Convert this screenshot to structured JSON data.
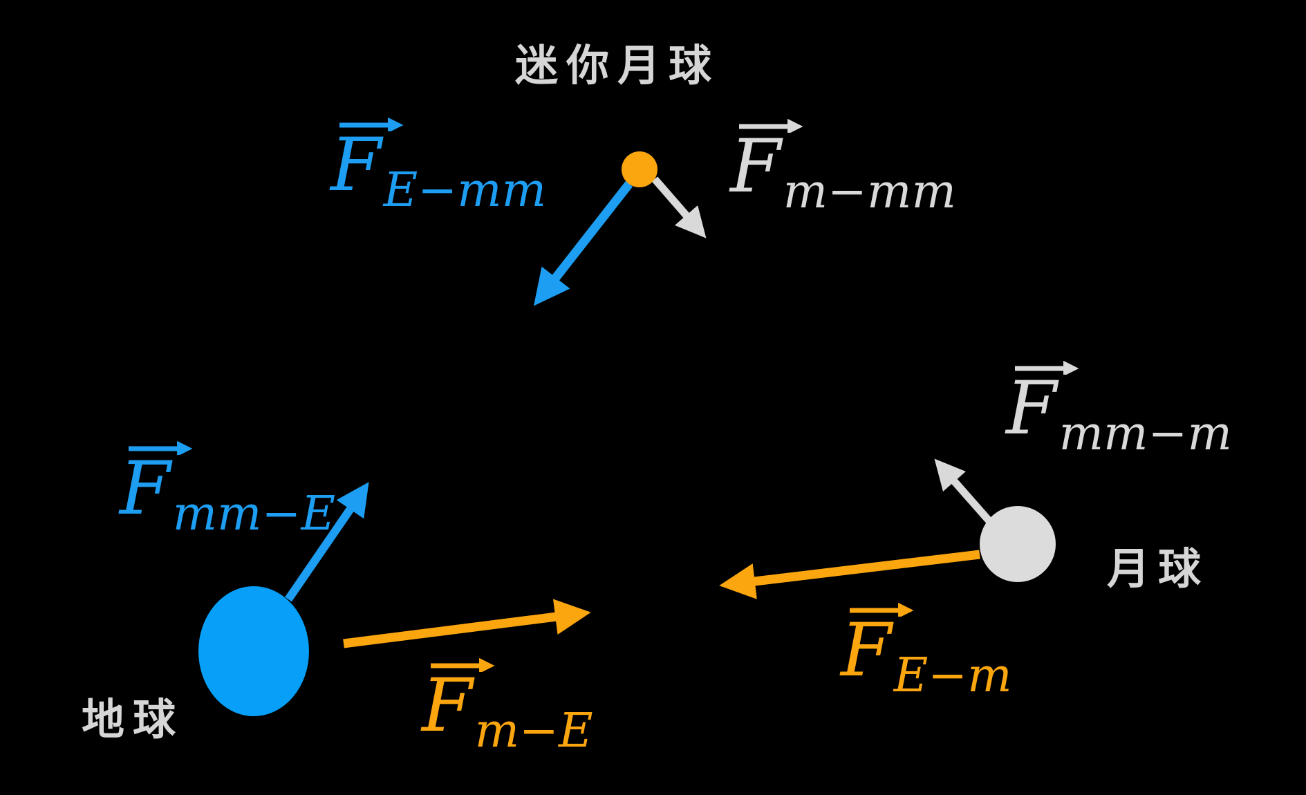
{
  "title": "迷你月球",
  "colors": {
    "background": "#000000",
    "blue": "#1D9EF2",
    "earth_fill": "#079FF7",
    "orange": "#FCA60F",
    "mini_moon_fill": "#FCA60F",
    "gray": "#D9D9D9",
    "moon_fill": "#DCDCDC",
    "label_gray": "#D6D6D6"
  },
  "bodies": {
    "earth": {
      "label": "地球"
    },
    "moon": {
      "label": "月球"
    },
    "mini_moon": {
      "label": "迷你月球"
    }
  },
  "force_labels": {
    "f_e_mm": {
      "symbol": "F",
      "subscript": "E−mm",
      "color": "#1D9EF2",
      "meaning": "force-of-earth-on-minimoon"
    },
    "f_m_mm": {
      "symbol": "F",
      "subscript": "m−mm",
      "color": "#D9D9D9",
      "meaning": "force-of-moon-on-minimoon"
    },
    "f_mm_e": {
      "symbol": "F",
      "subscript": "mm−E",
      "color": "#1D9EF2",
      "meaning": "force-of-minimoon-on-earth"
    },
    "f_m_e": {
      "symbol": "F",
      "subscript": "m−E",
      "color": "#FCA60F",
      "meaning": "force-of-moon-on-earth"
    },
    "f_mm_m": {
      "symbol": "F",
      "subscript": "mm−m",
      "color": "#D9D9D9",
      "meaning": "force-of-minimoon-on-moon"
    },
    "f_e_m": {
      "symbol": "F",
      "subscript": "E−m",
      "color": "#FCA60F",
      "meaning": "force-of-earth-on-moon"
    }
  },
  "arrows": [
    {
      "name": "blue-arrow-on-minimoon",
      "color": "#1D9EF2",
      "from": "mini_moon",
      "points": "down-left"
    },
    {
      "name": "white-arrow-on-minimoon",
      "color": "#D9D9D9",
      "from": "mini_moon",
      "points": "down-right"
    },
    {
      "name": "blue-arrow-on-earth",
      "color": "#1D9EF2",
      "from": "earth",
      "points": "up-right"
    },
    {
      "name": "orange-arrow-on-earth",
      "color": "#FCA60F",
      "from": "earth",
      "points": "right"
    },
    {
      "name": "orange-arrow-on-moon",
      "color": "#FCA60F",
      "from": "moon",
      "points": "left"
    },
    {
      "name": "white-arrow-on-moon",
      "color": "#D9D9D9",
      "from": "moon",
      "points": "up-left"
    }
  ]
}
